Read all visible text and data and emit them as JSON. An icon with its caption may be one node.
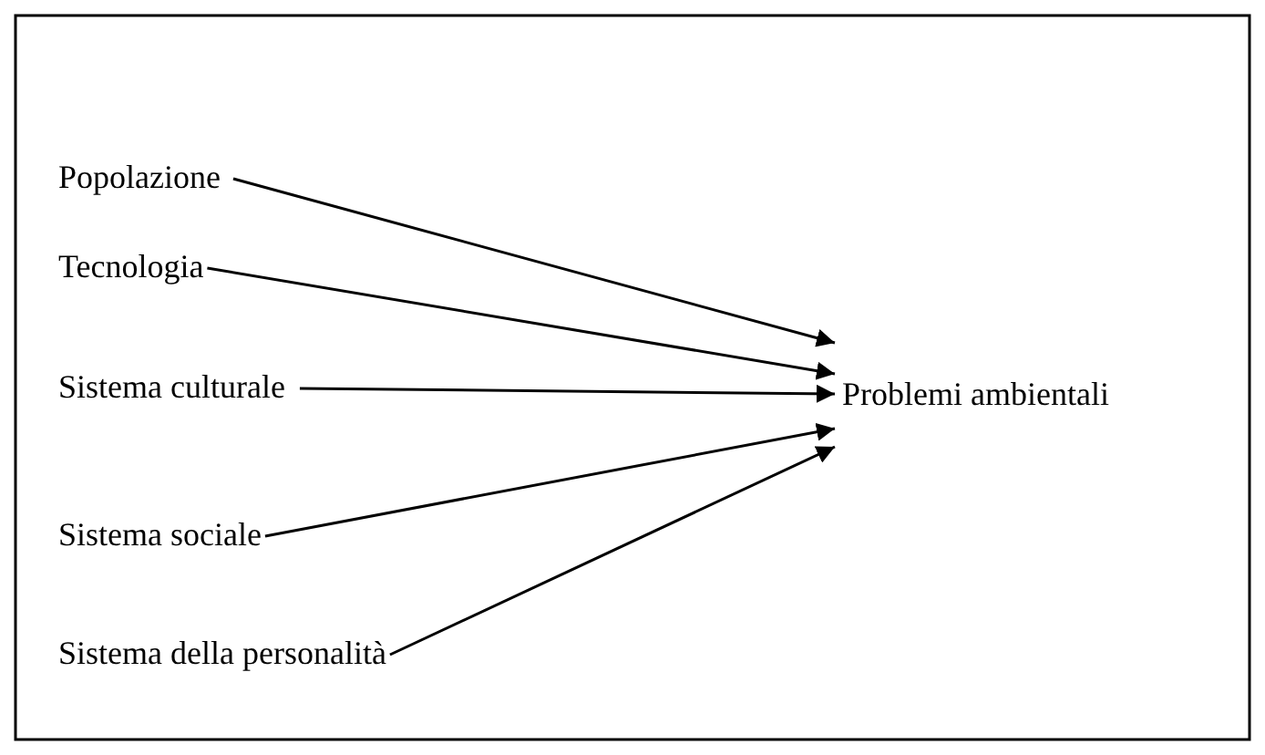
{
  "diagram": {
    "nodes": [
      {
        "text": [
          "Popolazione"
        ]
      },
      {
        "text": [
          "Tecnologia"
        ]
      },
      {
        "text": [
          "Sistema culturale"
        ]
      },
      {
        "text": [
          "Sistema sociale"
        ]
      },
      {
        "text": [
          "Sistema della personalità"
        ]
      },
      {
        "text": [
          "Problemi ambientali"
        ]
      }
    ],
    "edges": [
      {
        "from": 0,
        "to": 5,
        "arrow": "to"
      },
      {
        "from": 1,
        "to": 5,
        "arrow": "to"
      },
      {
        "from": 2,
        "to": 5,
        "arrow": "to"
      },
      {
        "from": 3,
        "to": 5,
        "arrow": "to"
      },
      {
        "from": 4,
        "to": 5,
        "arrow": "to"
      }
    ]
  }
}
